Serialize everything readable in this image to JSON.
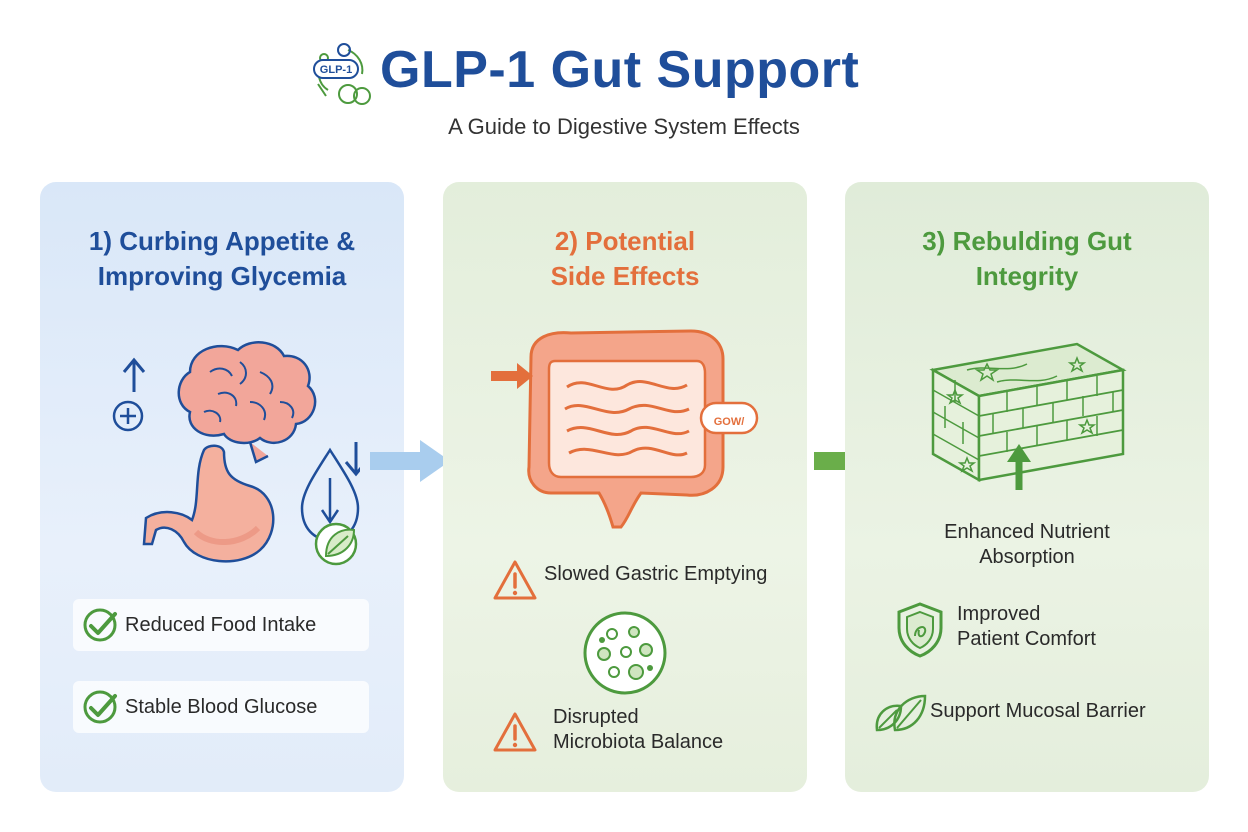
{
  "header": {
    "title": "GLP-1 Gut Support",
    "subtitle": "A Guide to Digestive System Effects",
    "logo_text": "GLP-1"
  },
  "panels": [
    {
      "title_line1": "1) Curbing Appetite &",
      "title_line2": "Improving Glycemia",
      "items": [
        "Reduced Food Intake",
        "Stable Blood Glucose"
      ]
    },
    {
      "title_line1": "2) Potential",
      "title_line2": "Side Effects",
      "badge_text": "GOW/",
      "items": [
        "Slowed Gastric Emptying",
        "Disrupted",
        "Microbiota Balance"
      ]
    },
    {
      "title_line1": "3) Rebulding Gut",
      "title_line2": "Integrity",
      "items": [
        "Enhanced Nutrient",
        "Absorption",
        "Improved",
        "Patient Comfort",
        "Support Mucosal Barrier"
      ]
    }
  ],
  "colors": {
    "blue": "#1f4e9a",
    "orange": "#e36f3c",
    "green": "#4d9a3e"
  }
}
